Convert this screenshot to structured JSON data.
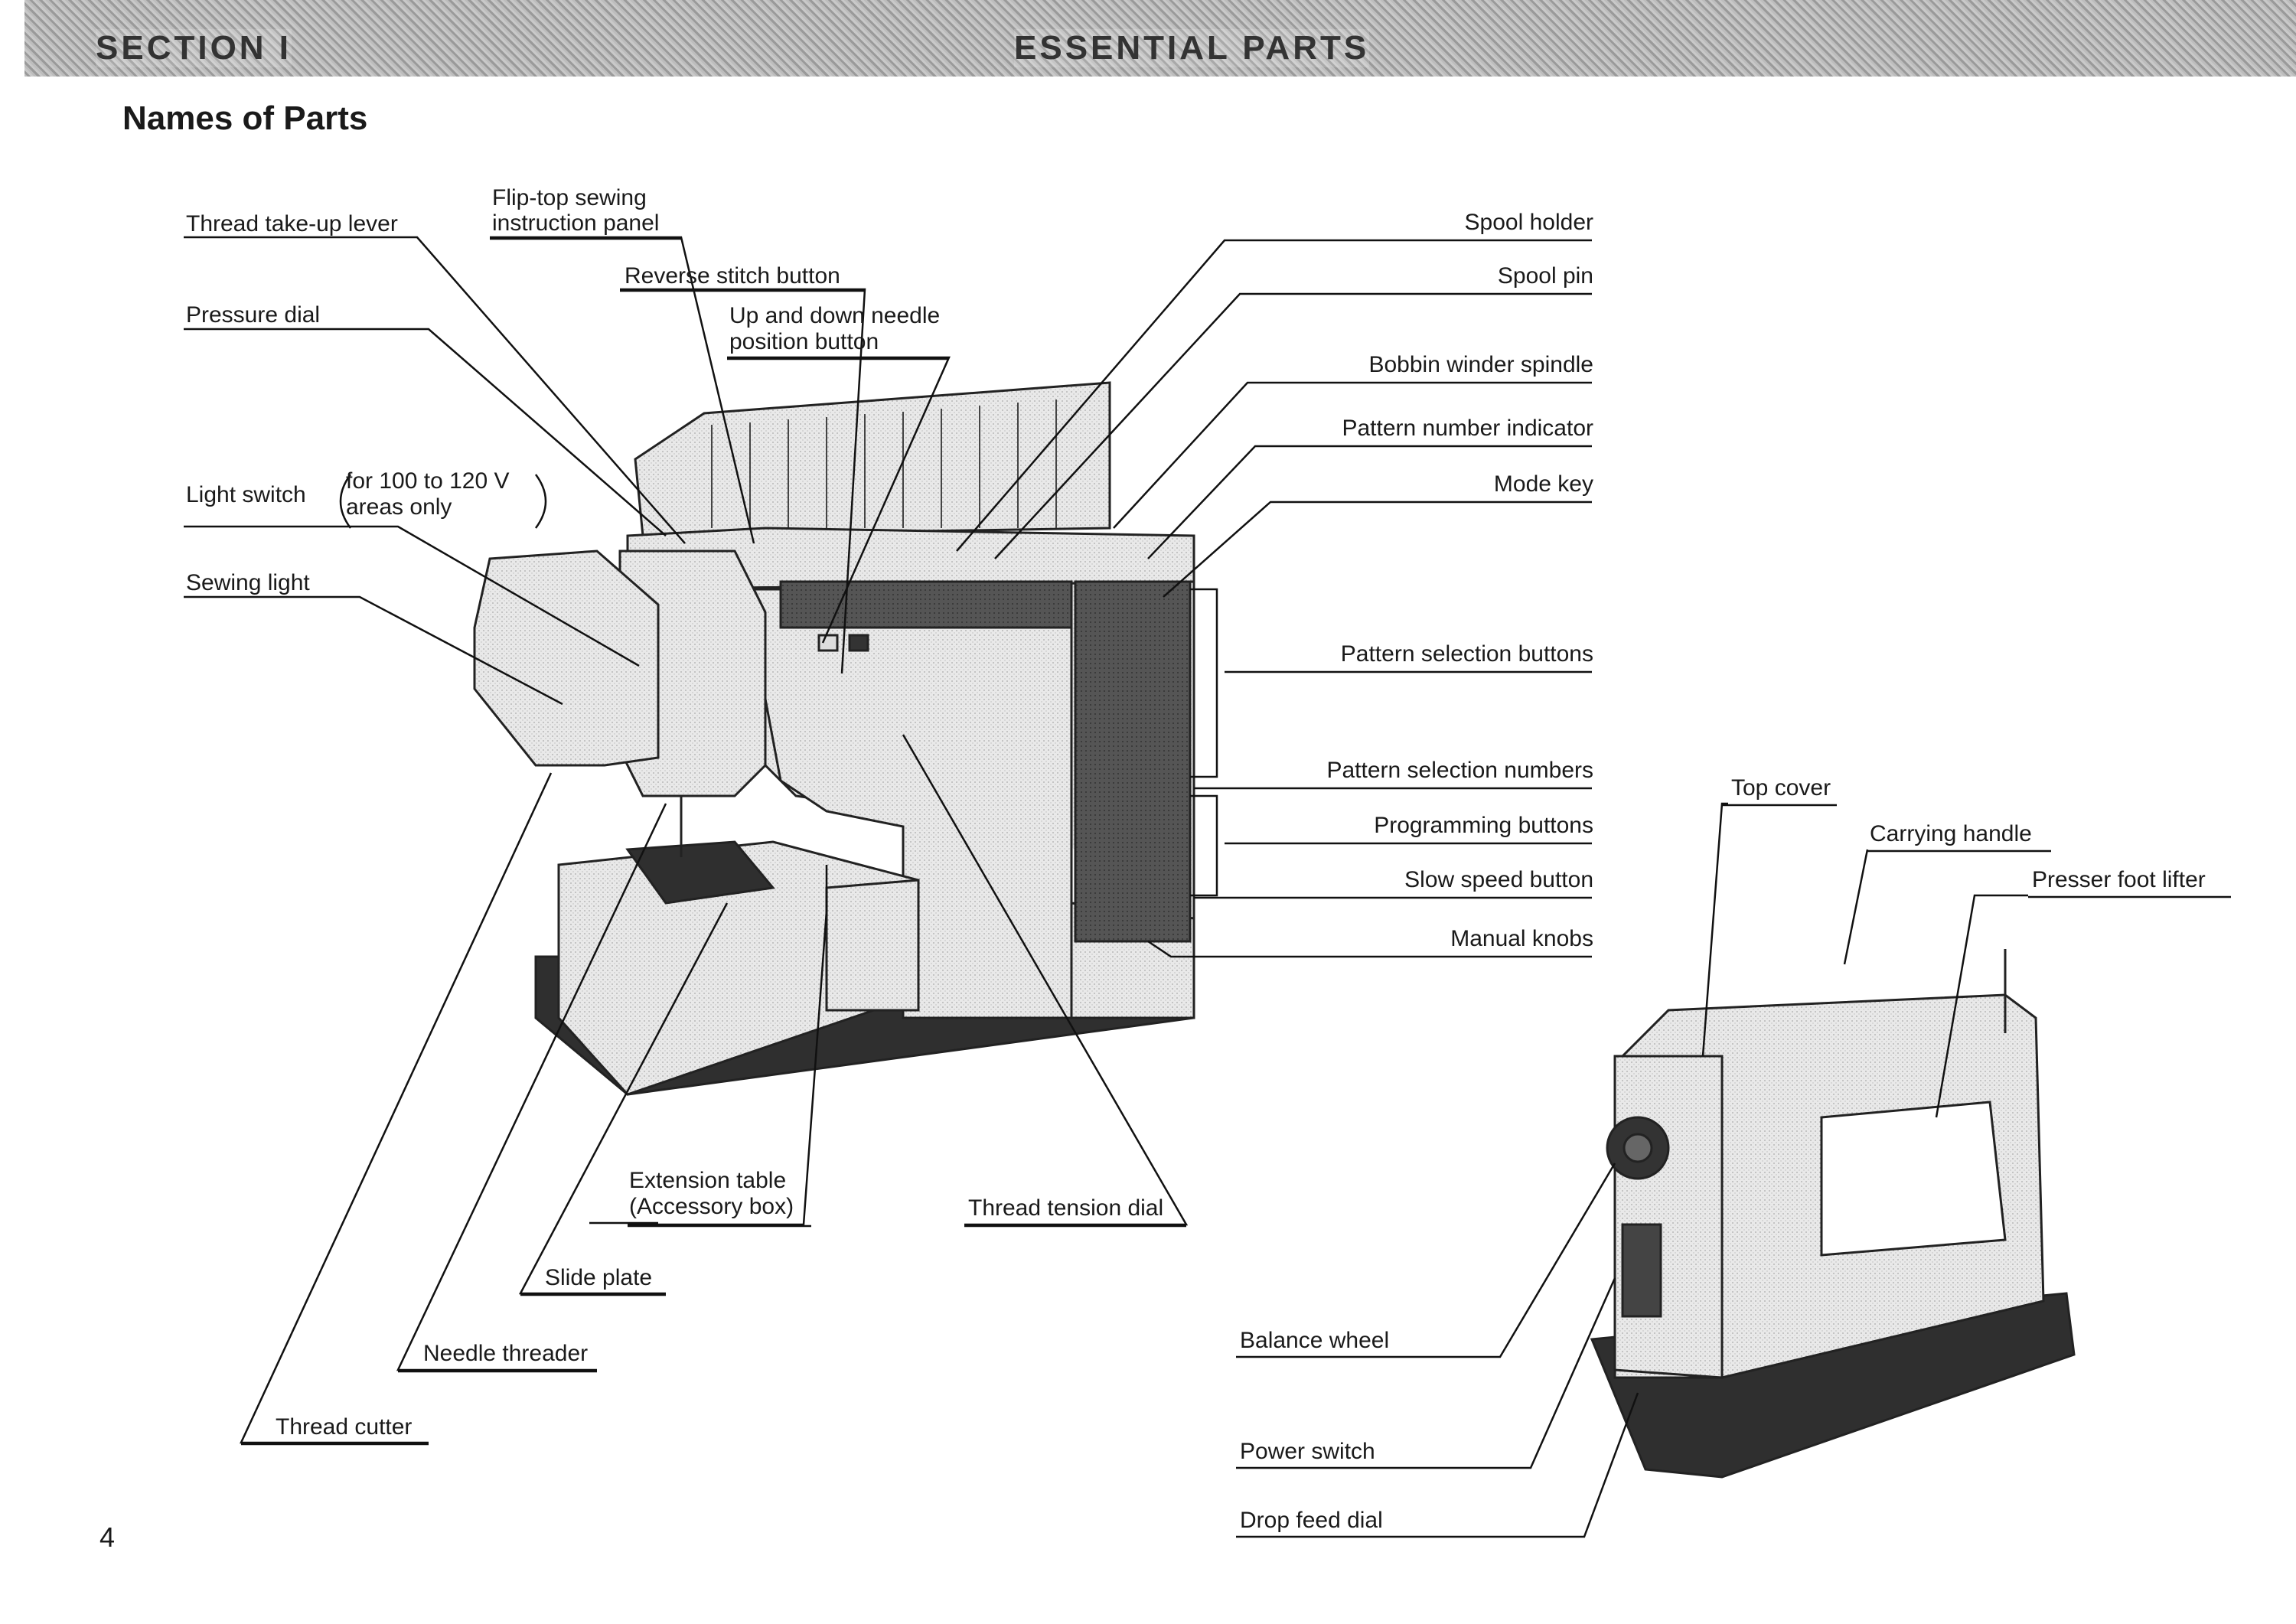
{
  "header": {
    "section": "SECTION I",
    "title": "ESSENTIAL PARTS"
  },
  "page_title": "Names of Parts",
  "labels": {
    "thread_take_up_lever": "Thread take-up lever",
    "flip_top_panel_1": "Flip-top sewing",
    "flip_top_panel_2": "instruction panel",
    "reverse_stitch_button": "Reverse stitch button",
    "up_down_needle_1": "Up and down needle",
    "up_down_needle_2": "position button",
    "pressure_dial": "Pressure dial",
    "light_switch": "Light switch",
    "light_switch_note_1": "for 100 to 120 V",
    "light_switch_note_2": "areas only",
    "sewing_light": "Sewing light",
    "spool_holder": "Spool holder",
    "spool_pin": "Spool pin",
    "bobbin_winder_spindle": "Bobbin winder spindle",
    "pattern_number_indicator": "Pattern number indicator",
    "mode_key": "Mode key",
    "pattern_selection_buttons": "Pattern selection buttons",
    "pattern_selection_numbers": "Pattern selection numbers",
    "programming_buttons": "Programming buttons",
    "slow_speed_button": "Slow speed button",
    "manual_knobs": "Manual knobs",
    "extension_table_1": "Extension table",
    "extension_table_2": "(Accessory box)",
    "thread_tension_dial": "Thread tension dial",
    "slide_plate": "Slide plate",
    "needle_threader": "Needle threader",
    "thread_cutter": "Thread cutter",
    "top_cover": "Top cover",
    "carrying_handle": "Carrying handle",
    "presser_foot_lifter": "Presser foot lifter",
    "balance_wheel": "Balance wheel",
    "power_switch": "Power switch",
    "drop_feed_dial": "Drop feed dial"
  },
  "page_number": "4"
}
